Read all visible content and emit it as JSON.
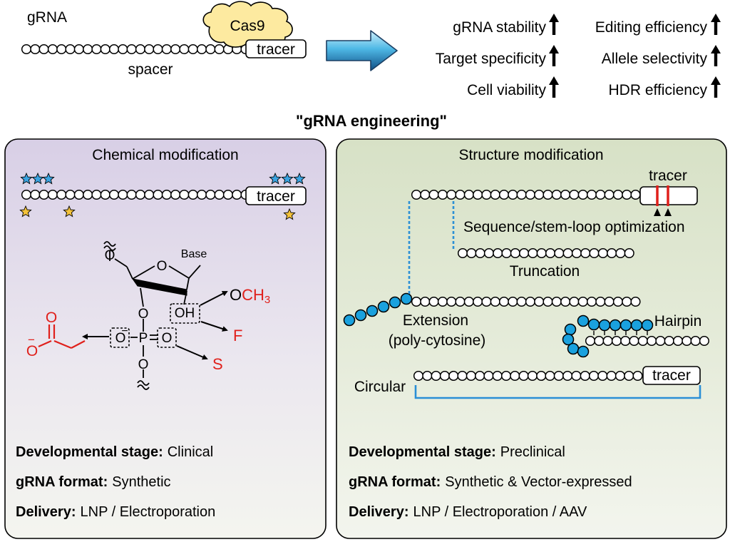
{
  "header": {
    "grna_label": "gRNA",
    "cas9_label": "Cas9",
    "tracer_label": "tracer",
    "spacer_label": "spacer",
    "title": "\"gRNA engineering\""
  },
  "benefits": [
    {
      "label": "gRNA stability"
    },
    {
      "label": "Editing efficiency"
    },
    {
      "label": "Target specificity"
    },
    {
      "label": "Allele selectivity"
    },
    {
      "label": "Cell viability"
    },
    {
      "label": "HDR efficiency"
    }
  ],
  "chemical": {
    "title": "Chemical modification",
    "tracer_label": "tracer",
    "structure": {
      "base": "Base",
      "ring_o": "O",
      "o_top": "O",
      "o_left": "O",
      "o_right": "O",
      "o_bottom": "O",
      "oh": "OH",
      "p": "P",
      "minus": "−",
      "och3_o": "O",
      "och3_ch3": "CH",
      "och3_sub": "3",
      "f": "F",
      "s": "S",
      "carboxyl_o": "O",
      "carboxyl_o_minus": "O",
      "carboxyl_minus": "−"
    },
    "info": [
      {
        "key": "Developmental stage:",
        "value": "Clinical"
      },
      {
        "key": "gRNA format:",
        "value": "Synthetic"
      },
      {
        "key": "Delivery:",
        "value": "LNP / Electroporation"
      }
    ]
  },
  "structure": {
    "title": "Structure modification",
    "tracer_top_label": "tracer",
    "sequence_label": "Sequence/stem-loop optimization",
    "truncation_label": "Truncation",
    "extension_label": "Extension",
    "extension_sub": "(poly-cytosine)",
    "hairpin_label": "Hairpin",
    "circular_label": "Circular",
    "circular_tracer": "tracer",
    "info": [
      {
        "key": "Developmental stage:",
        "value": "Preclinical"
      },
      {
        "key": "gRNA format:",
        "value": "Synthetic & Vector-expressed"
      },
      {
        "key": "Delivery:",
        "value": "LNP / Electroporation / AAV"
      }
    ]
  },
  "colors": {
    "left_panel_top": "#dcd3e8",
    "right_panel_top": "#d9e3c9",
    "panel_bottom": "#f3f4ef",
    "cas9_fill": "#fdeaa0",
    "blue_bead": "#1aa1de",
    "dotted_blue": "#2a8fd6",
    "red": "#e0201b",
    "star_blue": "#3aa3e0",
    "star_gold": "#f4c33a"
  }
}
